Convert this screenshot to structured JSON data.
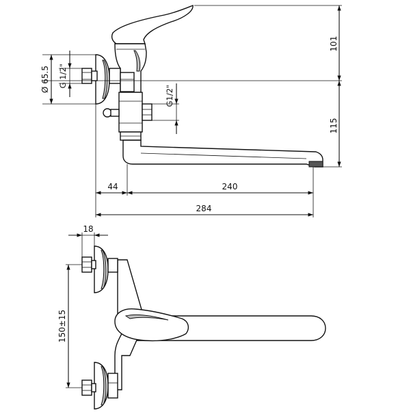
{
  "drawing": {
    "dimensions": {
      "height_upper": "101",
      "height_lower": "115",
      "diameter": "Ø 65.5",
      "thread_inlet": "G 1/2\"",
      "thread_outlet": "G1/2\"",
      "offset": "44",
      "spout_reach": "240",
      "total_length": "284",
      "eccentric_depth": "18",
      "center_distance": "150±15"
    }
  }
}
